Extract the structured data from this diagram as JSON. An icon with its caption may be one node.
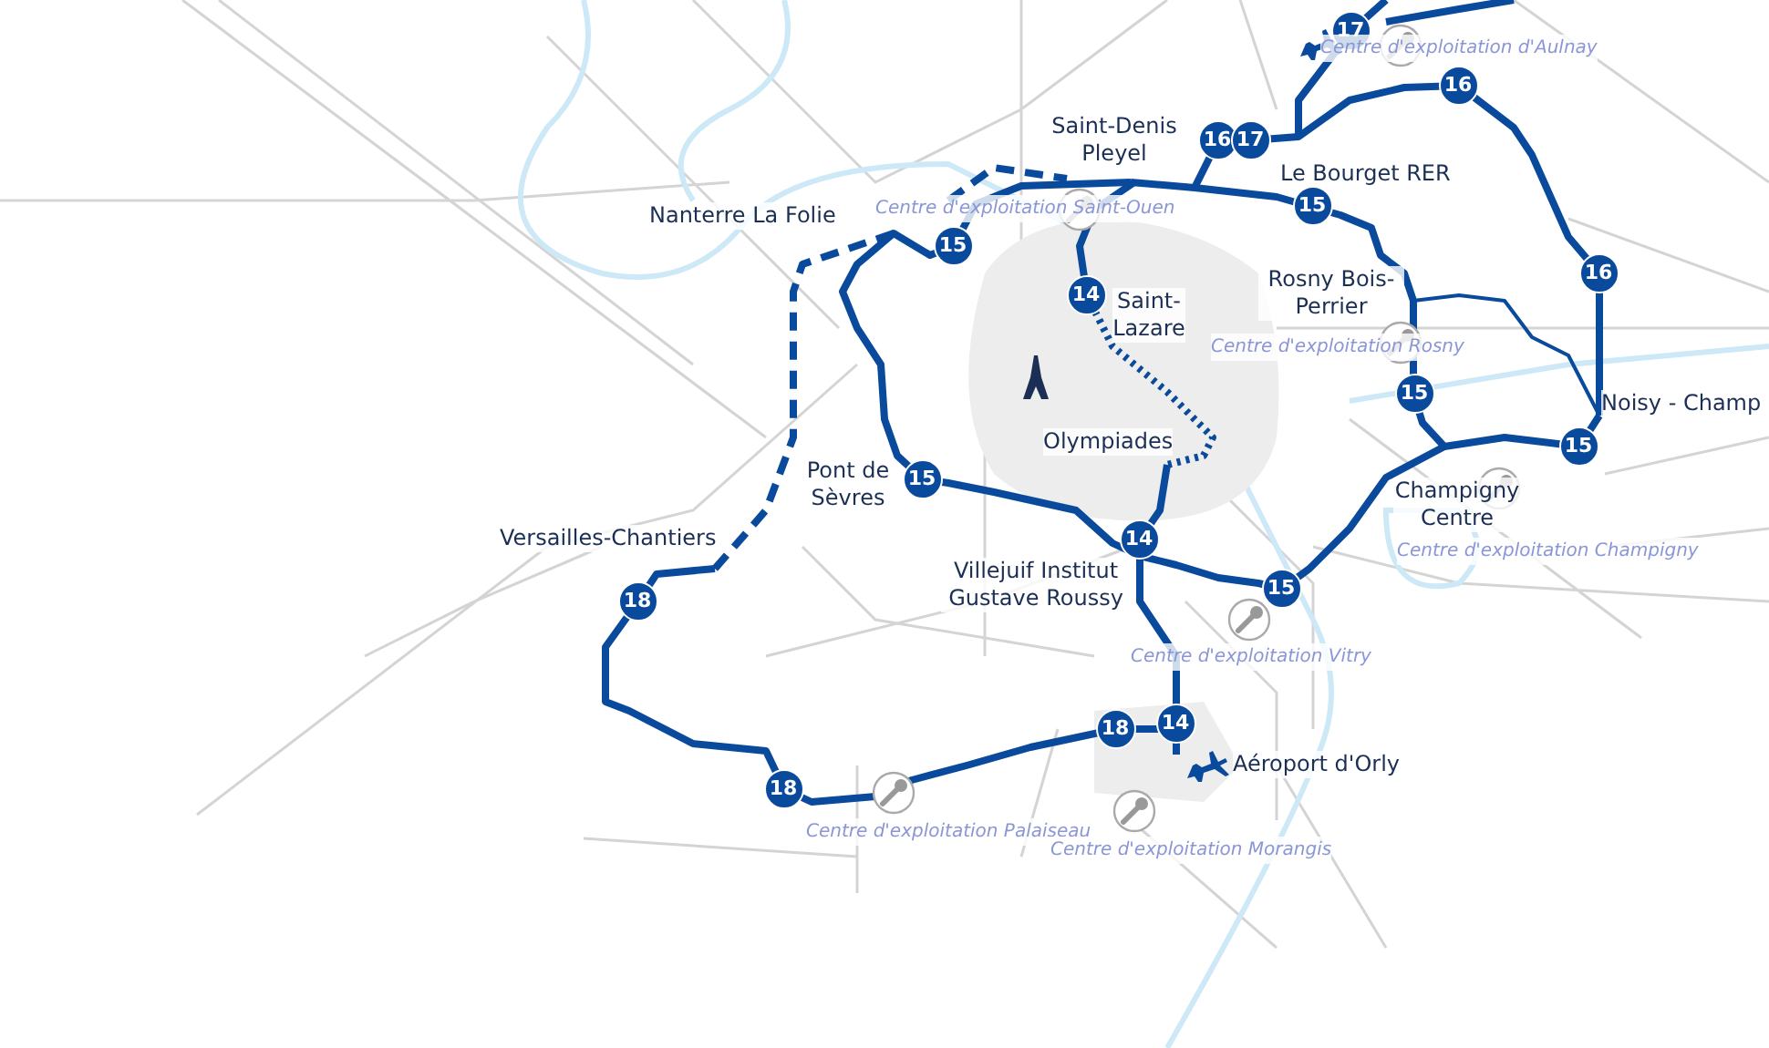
{
  "diagram": {
    "labels": [
      "17",
      "Centre d'exploitation d'Aulnay",
      "16",
      "Saint-Denis Pleyel",
      "16",
      "17",
      "Le Bourget RER",
      "Centre d'exploitation Saint-Ouen",
      "15",
      "Nanterre La Folie",
      "15",
      "Rosny Bois-Perrier",
      "16",
      "14",
      "Saint-Lazare",
      "Centre d'exploitation Rosny",
      "15",
      "Noisy - Champ",
      "Olympiades",
      "15",
      "Pont de Sèvres",
      "15",
      "Champigny Centre",
      "Centre d'exploitation Champigny",
      "Versailles-Chantiers",
      "14",
      "Villejuif Institut Gustave Roussy",
      "18",
      "15",
      "Centre d'exploitation Vitry",
      "18",
      "14",
      "Aéroport d'Orly",
      "18",
      "Centre d'exploitation Palaiseau",
      "Centre d'exploitation Morangis"
    ]
  }
}
